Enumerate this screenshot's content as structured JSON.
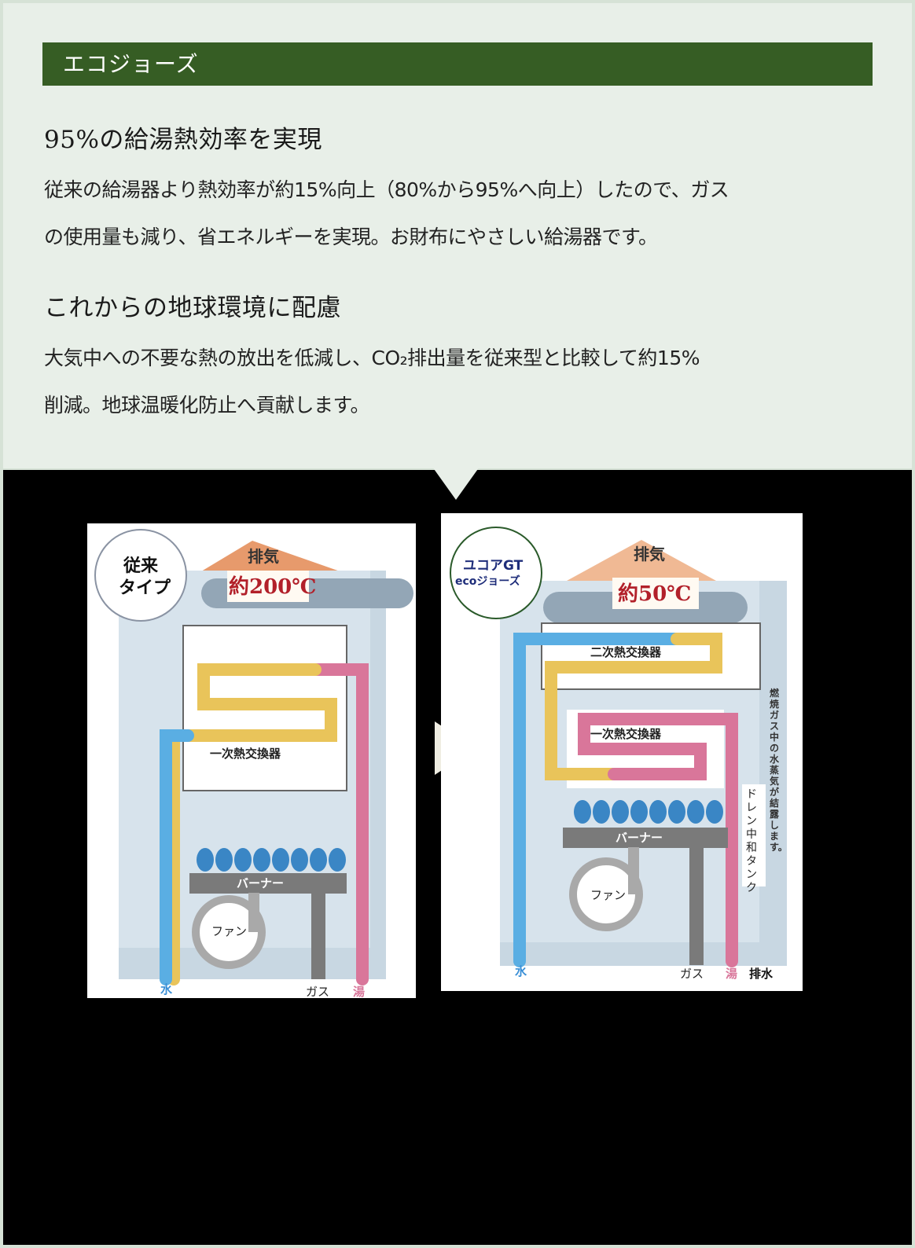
{
  "section": {
    "title": "エコジョーズ",
    "blocks": [
      {
        "subtitle": "95%の給湯熱効率を実現",
        "lines": [
          "従来の給湯器より熱効率が約15%向上（80%から95%へ向上）したので、ガス",
          "の使用量も減り、省エネルギーを実現。お財布にやさしい給湯器です。"
        ]
      },
      {
        "subtitle": "これからの地球環境に配慮",
        "lines": [
          "大気中への不要な熱の放出を低減し、CO₂排出量を従来型と比較して約15%",
          "削減。地球温暖化防止へ貢献します。"
        ]
      }
    ]
  },
  "diagrams": {
    "conventional": {
      "badge_line1": "従来",
      "badge_line2": "タイプ",
      "exhaust_label": "排気",
      "exhaust_temp": "約200℃",
      "primary_hx": "一次熱交換器",
      "burner": "バーナー",
      "fan": "ファン",
      "water": "水",
      "gas": "ガス",
      "hot_water": "湯"
    },
    "ecojozu": {
      "badge_line1": "ユコアGT",
      "badge_line2": "ecoジョーズ",
      "exhaust_label": "排気",
      "exhaust_temp": "約50℃",
      "secondary_hx": "二次熱交換器",
      "primary_hx": "一次熱交換器",
      "burner": "バーナー",
      "fan": "ファン",
      "drain_tank": "ドレン中和タンク",
      "condensation_note": "燃焼ガス中の水蒸気が結露します。",
      "water": "水",
      "gas": "ガス",
      "hot_water": "湯",
      "drain": "排水"
    }
  },
  "colors": {
    "heading_bg": "#365d24",
    "panel_bg": "#e8efe8",
    "water": "#5aaee3",
    "hot": "#d9769a",
    "heat": "#e9c45a",
    "gas": "#7a7a7a",
    "temp_red": "#b2202a"
  }
}
